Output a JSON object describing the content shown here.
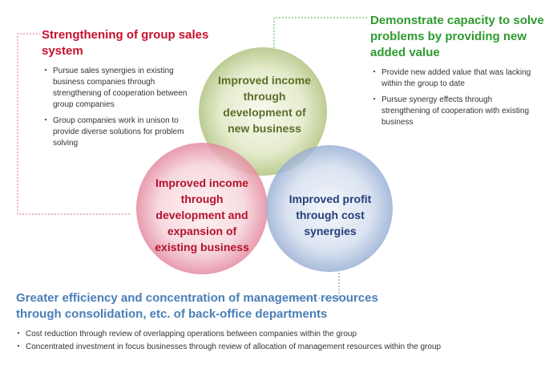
{
  "colors": {
    "red_accent": "#c8102e",
    "green_accent": "#2e9a2e",
    "blue_accent": "#4a7eb5",
    "green_circle_text": "#5b6e2a",
    "red_circle_text": "#b3122a",
    "blue_circle_text": "#243f7a"
  },
  "circles": {
    "top": {
      "label": "Improved income through development of new business"
    },
    "left": {
      "label": "Improved income through development and expansion of existing business"
    },
    "right": {
      "label": "Improved profit through cost synergies"
    }
  },
  "left_block": {
    "title": "Strengthening of group sales system",
    "bullets": [
      "Pursue sales synergies in existing business companies through strengthening of cooperation between group companies",
      "Group companies work in unison to provide diverse solutions for problem solving"
    ]
  },
  "right_block": {
    "title": "Demonstrate capacity to solve problems by providing new added value",
    "bullets": [
      "Provide new added value that was lacking within the group to date",
      "Pursue synergy effects through strengthening of cooperation with existing business"
    ]
  },
  "bottom_block": {
    "title": "Greater efficiency and concentration of management resources through consolidation, etc. of back-office departments",
    "bullets": [
      "Cost reduction through review of overlapping operations between companies within the group",
      "Concentrated investment in focus businesses through review of allocation of management resources within the group"
    ]
  }
}
